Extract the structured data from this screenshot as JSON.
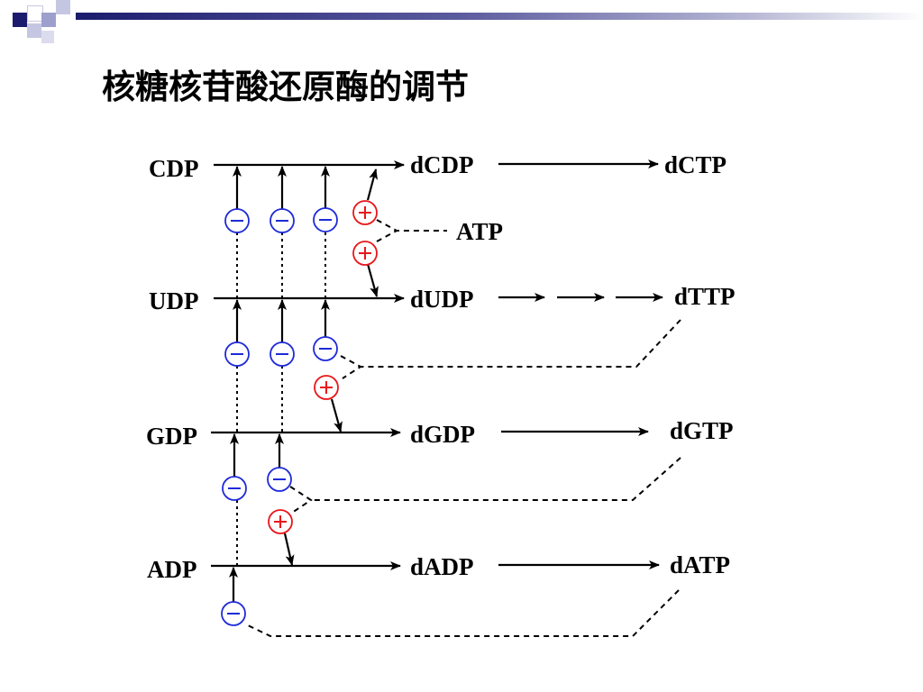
{
  "slide": {
    "title": "核糖核苷酸还原酶的调节"
  },
  "diagram": {
    "ribonucleotides": [
      "CDP",
      "UDP",
      "GDP",
      "ADP"
    ],
    "deoxy_diphosphates": [
      "dCDP",
      "dUDP",
      "dGDP",
      "dADP"
    ],
    "deoxy_triphosphates": [
      "dCTP",
      "dTTP",
      "dGTP",
      "dATP"
    ],
    "activator": "ATP"
  },
  "colors": {
    "inhibition": "#1f2bd8",
    "activation": "#e8161a",
    "line": "#000000",
    "deco_dark": "#1c1c6e",
    "deco_light": "#9da0cc"
  },
  "icons": {
    "inhibition": "circled-minus-icon",
    "activation": "circled-plus-icon"
  }
}
